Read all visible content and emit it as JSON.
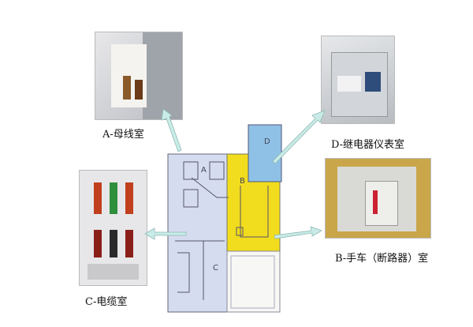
{
  "labels": {
    "a": "A-母线室",
    "d": "D-继电器仪表室",
    "c": "C-电缆室",
    "b": "B-手车（断路器）室"
  },
  "compartment_letters": {
    "a": "A",
    "b": "B",
    "c": "C",
    "d": "D"
  },
  "colors": {
    "busbar_cable": "#d6dcf0",
    "breaker": "#f2dc1e",
    "relay": "#8fc1e6",
    "arrow": "#c9ece8"
  }
}
